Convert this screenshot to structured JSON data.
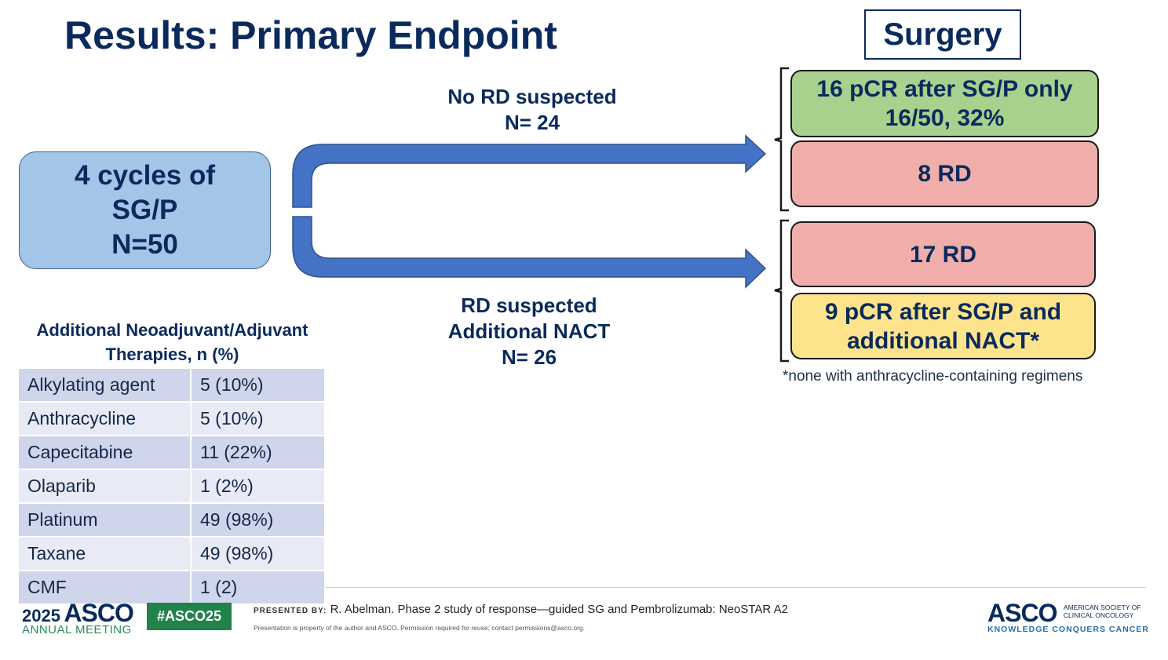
{
  "title": "Results: Primary Endpoint",
  "surgery_label": "Surgery",
  "start_box": {
    "line1": "4 cycles of",
    "line2": "SG/P",
    "line3": "N=50"
  },
  "upper_arm": {
    "line1": "No RD suspected",
    "line2": "N= 24"
  },
  "lower_arm": {
    "line1": "RD suspected",
    "line2": "Additional NACT",
    "line3": "N= 26"
  },
  "outcomes": {
    "upper_pcr": {
      "line1": "16 pCR after SG/P only",
      "line2": "16/50, 32%"
    },
    "upper_rd": "8 RD",
    "lower_rd": "17 RD",
    "lower_pcr": {
      "line1": "9 pCR after SG/P and",
      "line2": "additional NACT*"
    }
  },
  "footnote": "*none with anthracycline-containing regimens",
  "therapies": {
    "title_line1": "Additional Neoadjuvant/Adjuvant",
    "title_line2": "Therapies, n (%)",
    "rows": [
      {
        "name": "Alkylating agent",
        "value": "5 (10%)"
      },
      {
        "name": "Anthracycline",
        "value": "5 (10%)"
      },
      {
        "name": "Capecitabine",
        "value": "11 (22%)"
      },
      {
        "name": "Olaparib",
        "value": "1 (2%)"
      },
      {
        "name": "Platinum",
        "value": "49 (98%)"
      },
      {
        "name": "Taxane",
        "value": "49 (98%)"
      },
      {
        "name": "CMF",
        "value": "1 (2)"
      }
    ]
  },
  "footer": {
    "year": "2025",
    "asco": "ASCO",
    "annual_meeting": "ANNUAL MEETING",
    "hashtag": "#ASCO25",
    "presented_by_label": "PRESENTED BY:",
    "presented_by_text": "R. Abelman. Phase 2 study of response—guided SG and Pembrolizumab: NeoSTAR A2",
    "property_note": "Presentation is property of the author and ASCO. Permission required for reuse; contact permissions@asco.org.",
    "right_asco": "ASCO",
    "society_line1": "AMERICAN SOCIETY OF",
    "society_line2": "CLINICAL ONCOLOGY",
    "tagline": "KNOWLEDGE CONQUERS CANCER"
  },
  "colors": {
    "navy": "#0b2a5c",
    "start_box": "#a3c6e8",
    "arrow": "#4472c4",
    "pcr_green": "#a9d18e",
    "rd_red": "#f0aeaa",
    "pcr_yellow": "#fde48c",
    "hashtag_green": "#21824a"
  }
}
